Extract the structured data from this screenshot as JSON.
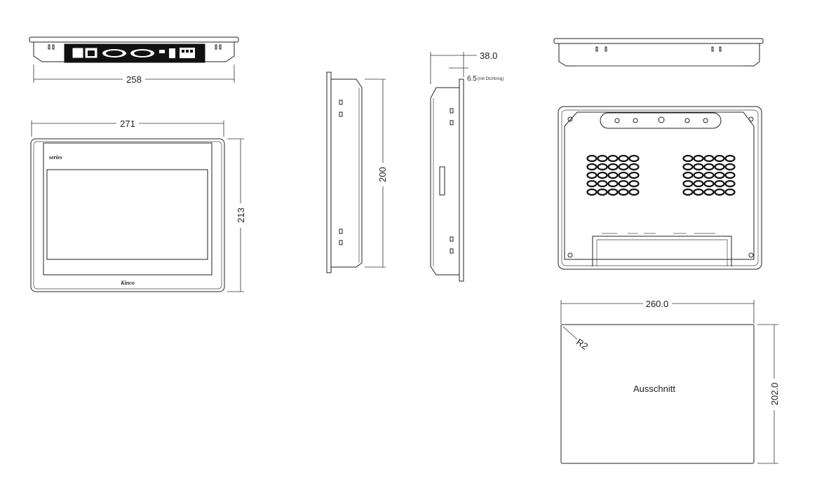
{
  "dimensions": {
    "top_width": "258",
    "front_width": "271",
    "front_height": "213",
    "side_height": "200",
    "depth_total": "38.0",
    "depth_front": "6.5",
    "depth_front_note": "(mit Dichtring)",
    "cutout_width": "260.0",
    "cutout_height": "202.0",
    "corner_radius": "R2"
  },
  "labels": {
    "brand_series": "series",
    "brand_name": "Kinco",
    "cutout": "Ausschnitt"
  },
  "colors": {
    "line": "#222222",
    "background": "#ffffff"
  }
}
